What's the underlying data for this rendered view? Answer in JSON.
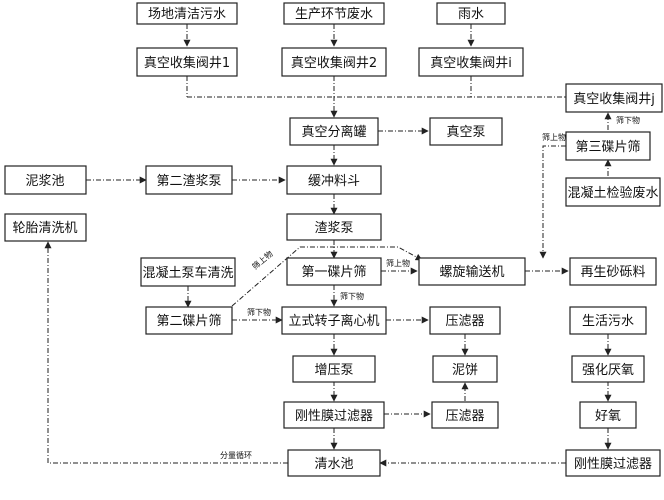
{
  "nodes": {
    "site_cleaning_water": "场地清洁污水",
    "production_wastewater": "生产环节废水",
    "rain_water": "雨水",
    "vacuum_well_1": "真空收集阀井1",
    "vacuum_well_2": "真空收集阀井2",
    "vacuum_well_i": "真空收集阀井i",
    "vacuum_well_j": "真空收集阀井j",
    "vacuum_separation_tank": "真空分离罐",
    "vacuum_pump": "真空泵",
    "third_vibrating_screen": "第三碟片筛",
    "mud_pool": "泥浆池",
    "second_slurry_pump": "第二渣浆泵",
    "buffer_hopper": "缓冲料斗",
    "concrete_test_wastewater": "混凝土检验废水",
    "tire_washer": "轮胎清洗机",
    "slurry_pump": "渣浆泵",
    "concrete_truck_cleaning": "混凝土泵车清洗",
    "first_vibrating_screen": "第一碟片筛",
    "screw_conveyor": "螺旋输送机",
    "recycled_aggregate": "再生砂砾料",
    "second_vibrating_screen": "第二碟片筛",
    "vertical_centrifuge": "立式转子离心机",
    "filter_press_1": "压滤器",
    "domestic_sewage": "生活污水",
    "booster_pump": "增压泵",
    "mud_cake": "泥饼",
    "enhanced_anaerobic": "强化厌氧",
    "rigid_membrane_filter_1": "刚性膜过滤器",
    "filter_press_2": "压滤器",
    "aerobic": "好氧",
    "clear_water_pool": "清水池",
    "rigid_membrane_filter_2": "刚性膜过滤器"
  },
  "labels": {
    "oversize_j": "筛下物",
    "oversize_3": "筛上物",
    "oversize_2": "筛上物",
    "oversize_1": "筛上物",
    "undersize_1": "筛下物",
    "undersize_2": "筛下物",
    "recirculation": "分量循环"
  }
}
